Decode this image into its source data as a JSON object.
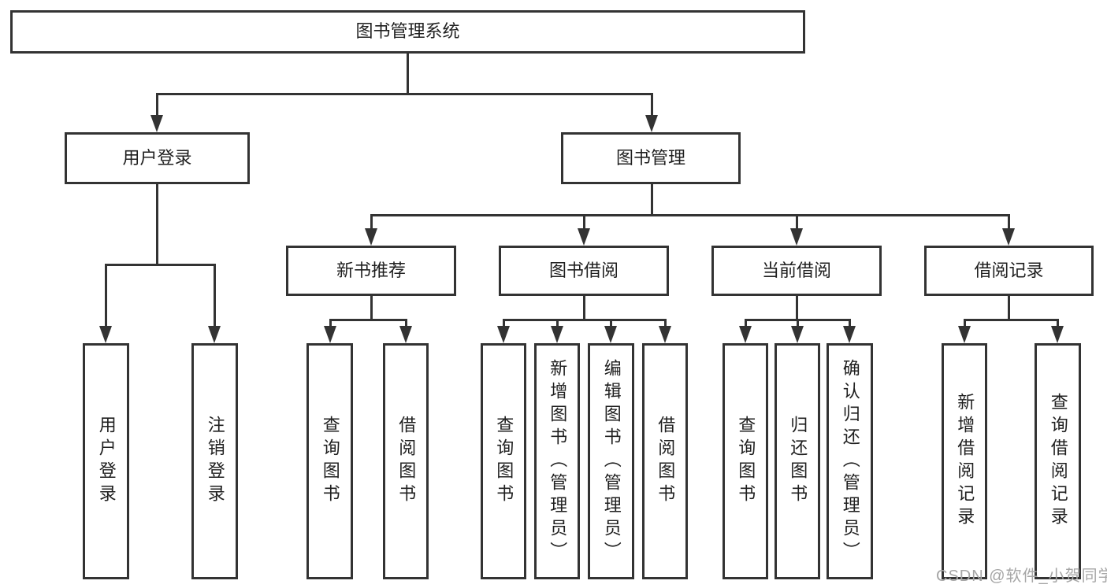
{
  "tree": {
    "root": {
      "label": "图书管理系统"
    },
    "branches": [
      {
        "label": "用户登录",
        "children": [
          {
            "label": "用户登录"
          },
          {
            "label": "注销登录"
          }
        ]
      },
      {
        "label": "图书管理",
        "children": [
          {
            "label": "新书推荐",
            "children": [
              {
                "label": "查询图书"
              },
              {
                "label": "借阅图书"
              }
            ]
          },
          {
            "label": "图书借阅",
            "children": [
              {
                "label": "查询图书"
              },
              {
                "label": "新增图书（管理员）"
              },
              {
                "label": "编辑图书（管理员）"
              },
              {
                "label": "借阅图书"
              }
            ]
          },
          {
            "label": "当前借阅",
            "children": [
              {
                "label": "查询图书"
              },
              {
                "label": "归还图书"
              },
              {
                "label": "确认归还（管理员）"
              }
            ]
          },
          {
            "label": "借阅记录",
            "children": [
              {
                "label": "新增借阅记录"
              },
              {
                "label": "查询借阅记录"
              }
            ]
          }
        ]
      }
    ]
  },
  "watermark": {
    "text": "CSDN @软件_小贺同学"
  },
  "colors": {
    "line": "#333333",
    "box_border": "#333333",
    "text": "#1f1f1f",
    "watermark": "#a6a6a6",
    "background": "#ffffff"
  }
}
